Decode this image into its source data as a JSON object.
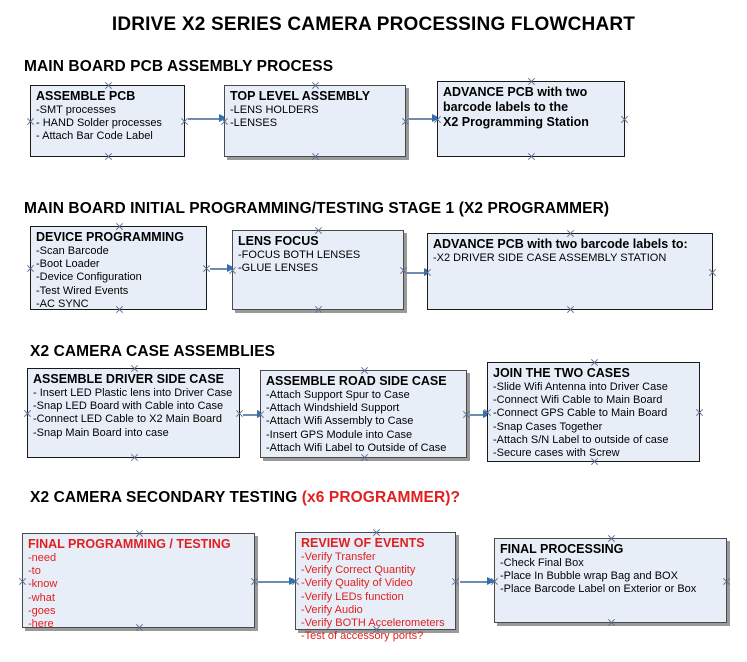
{
  "title": "IDRIVE X2  SERIES CAMERA PROCESSING FLOWCHART",
  "colors": {
    "box_fill": "#e8eef8",
    "box_border": "#1a1a1a",
    "arrow": "#6e8cab",
    "arrow_head": "#2f6fb5",
    "accent_red": "#e02020",
    "text": "#000000",
    "shadow": "#9a9a9a"
  },
  "sections": [
    {
      "header": "MAIN BOARD PCB ASSEMBLY PROCESS",
      "header_accent": "",
      "nodes": [
        {
          "title": "ASSEMBLE PCB",
          "lines": [
            "-SMT processes",
            "- HAND Solder processes",
            "- Attach Bar Code Label"
          ]
        },
        {
          "title": "TOP LEVEL ASSEMBLY",
          "lines": [
            "-LENS HOLDERS",
            "-LENSES"
          ]
        },
        {
          "title": "ADVANCE PCB with two",
          "lines": [
            "barcode labels to the",
            " X2 Programming Station"
          ]
        }
      ]
    },
    {
      "header": "MAIN BOARD INITIAL PROGRAMMING/TESTING STAGE 1 (X2 PROGRAMMER)",
      "header_accent": "",
      "nodes": [
        {
          "title": "DEVICE PROGRAMMING",
          "lines": [
            "-Scan Barcode",
            "-Boot Loader",
            "-Device Configuration",
            "-Test Wired Events",
            "-AC SYNC"
          ]
        },
        {
          "title": "LENS FOCUS",
          "lines": [
            "-FOCUS BOTH LENSES",
            "-GLUE LENSES"
          ]
        },
        {
          "title": "ADVANCE PCB with two barcode labels to:",
          "lines": [
            "-X2 DRIVER  SIDE  CASE  ASSEMBLY STATION"
          ]
        }
      ]
    },
    {
      "header": "X2 CAMERA CASE ASSEMBLIES",
      "header_accent": "",
      "nodes": [
        {
          "title": "ASSEMBLE DRIVER SIDE CASE",
          "lines": [
            "- Insert LED Plastic lens into Driver Case",
            "-Snap LED Board with Cable into Case",
            "-Connect LED Cable to X2 Main Board",
            "-Snap Main Board into case"
          ]
        },
        {
          "title": "ASSEMBLE ROAD SIDE CASE",
          "lines": [
            "-Attach Support Spur to Case",
            "-Attach Windshield Support",
            "-Attach Wifi Assembly to Case",
            "-Insert GPS Module into Case",
            "-Attach Wifi Label to Outside of Case"
          ]
        },
        {
          "title": "JOIN THE TWO CASES",
          "lines": [
            "-Slide Wifi Antenna into Driver Case",
            "-Connect Wifi Cable to Main Board",
            "-Connect GPS Cable to Main Board",
            "-Snap Cases Together",
            "-Attach S/N Label to outside of case",
            "-Secure cases with Screw"
          ]
        }
      ]
    },
    {
      "header": "X2 CAMERA SECONDARY TESTING ",
      "header_accent": "(x6 PROGRAMMER)?",
      "nodes": [
        {
          "title": "FINAL PROGRAMMING / TESTING",
          "lines": [
            "-need",
            "-to",
            "-know",
            "-what",
            "-goes",
            "-here"
          ]
        },
        {
          "title": "REVIEW OF EVENTS",
          "lines": [
            "-Verify Transfer",
            "-Verify Correct Quantity",
            "-Verify Quality of Video",
            "-Verify LEDs function",
            "-Verify Audio",
            "-Verify BOTH Accelerometers",
            "-Test of accessory ports?"
          ]
        },
        {
          "title": "FINAL PROCESSING",
          "lines": [
            " -Check Final Box",
            "-Place In Bubble wrap Bag and BOX",
            "-Place Barcode Label on Exterior or Box"
          ]
        }
      ]
    }
  ]
}
